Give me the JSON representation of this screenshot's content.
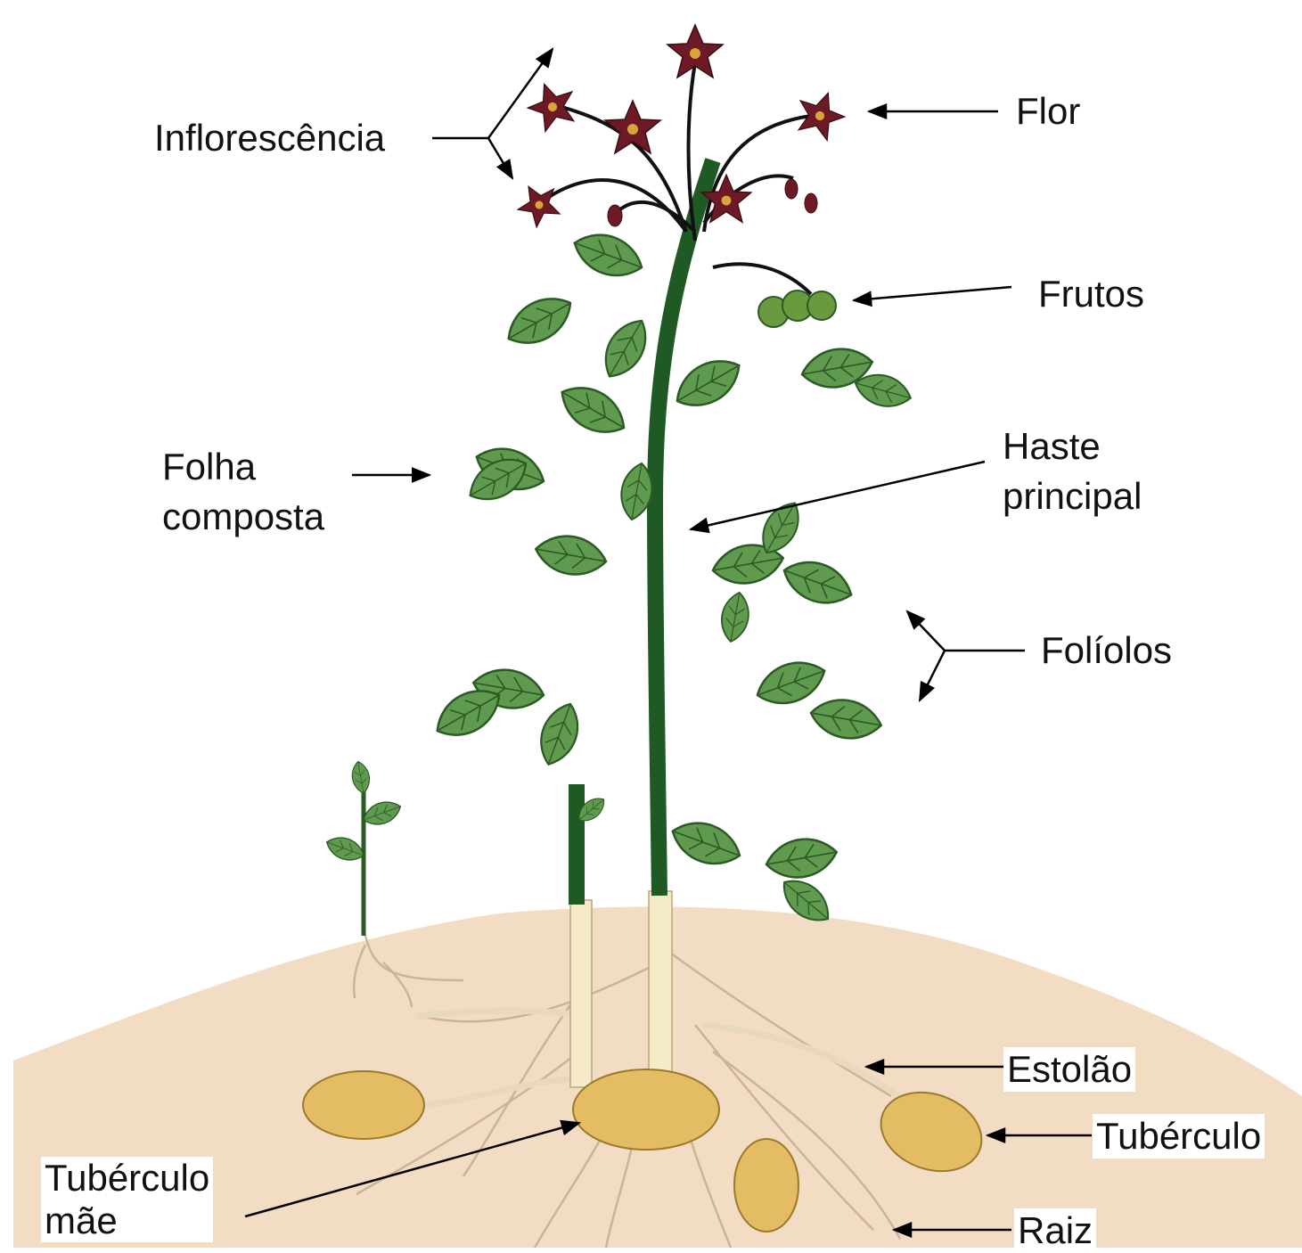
{
  "labels": {
    "inflorescencia": "Inflorescência",
    "flor": "Flor",
    "frutos": "Frutos",
    "folha_composta": [
      "Folha",
      "composta"
    ],
    "haste_principal": [
      "Haste",
      "principal"
    ],
    "foliolos": "Folíolos",
    "estolao": "Estolão",
    "tuberculo": "Tubérculo",
    "tuberculo_mae": [
      "Tubérculo",
      "mãe"
    ],
    "raiz": "Raiz"
  },
  "colors": {
    "soil": "#f3dcc4",
    "leaf": "#5f9a4e",
    "leaf_dark": "#2b5a24",
    "stem": "#1f5a25",
    "flower": "#6e1a26",
    "tuber": "#e4bc63",
    "root": "#c9b49a"
  }
}
